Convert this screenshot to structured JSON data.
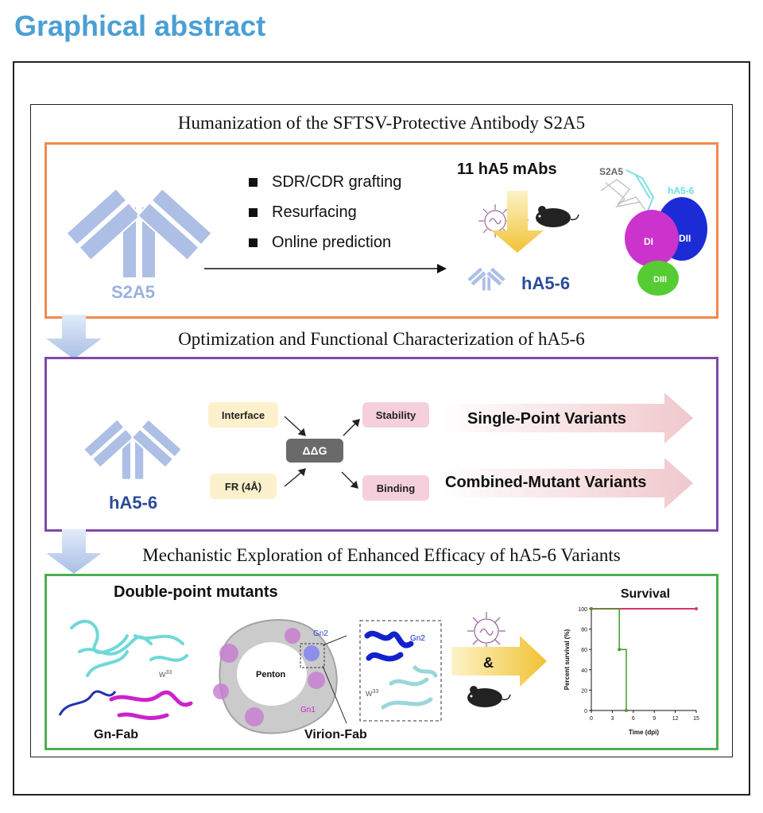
{
  "page_title": "Graphical abstract",
  "section1": {
    "title": "Humanization of the SFTSV-Protective Antibody S2A5",
    "antibody_label": "S2A5",
    "methods": [
      "SDR/CDR grafting",
      "Resurfacing",
      "Online prediction"
    ],
    "count_label": "11 hA5 mAbs",
    "ampersand": "&",
    "result_label": "hA5-6",
    "structure_labels": {
      "s2a5": "S2A5",
      "ha56": "hA5-6",
      "di": "DI",
      "dii": "DII",
      "diii": "DIII"
    }
  },
  "section2": {
    "title": "Optimization and Functional Characterization of hA5-6",
    "antibody_label": "hA5-6",
    "input_interface": "Interface",
    "input_fr": "FR (4Å)",
    "center": "ΔΔG",
    "output_stability": "Stability",
    "output_binding": "Binding",
    "result_single": "Single-Point Variants",
    "result_combined": "Combined-Mutant Variants"
  },
  "section3": {
    "title": "Mechanistic Exploration of Enhanced Efficacy of hA5-6 Variants",
    "subtitle": "Double-point mutants",
    "gn_fab_label": "Gn-Fab",
    "virion_fab_label": "Virion-Fab",
    "penton_label": "Penton",
    "gn1_label": "Gn1",
    "gn2_label": "Gn2",
    "w_label": "W",
    "w_sup": "33",
    "ampersand": "&"
  },
  "chart_data": {
    "type": "line",
    "title": "Survival",
    "xlabel": "Time (dpi)",
    "ylabel": "Percent survival (%)",
    "xlim": [
      0,
      15
    ],
    "ylim": [
      0,
      100
    ],
    "xticks": [
      0,
      3,
      6,
      9,
      12,
      15
    ],
    "yticks": [
      0,
      20,
      40,
      60,
      80,
      100
    ],
    "series": [
      {
        "color": "#d9356a",
        "step": true,
        "x": [
          0,
          15
        ],
        "y": [
          100,
          100
        ]
      },
      {
        "color": "#4a9a2a",
        "step": true,
        "x": [
          0,
          4,
          5
        ],
        "y": [
          100,
          60,
          0
        ]
      }
    ]
  },
  "colors": {
    "title_blue": "#4a9fd4",
    "antibody_light": "#9bb0e0",
    "antibody_navy": "#2a4b9b",
    "box1_border": "#f08a4b",
    "box2_border": "#7e4aa8",
    "box3_border": "#4caf50",
    "arrow_gold": "#f1c232"
  }
}
